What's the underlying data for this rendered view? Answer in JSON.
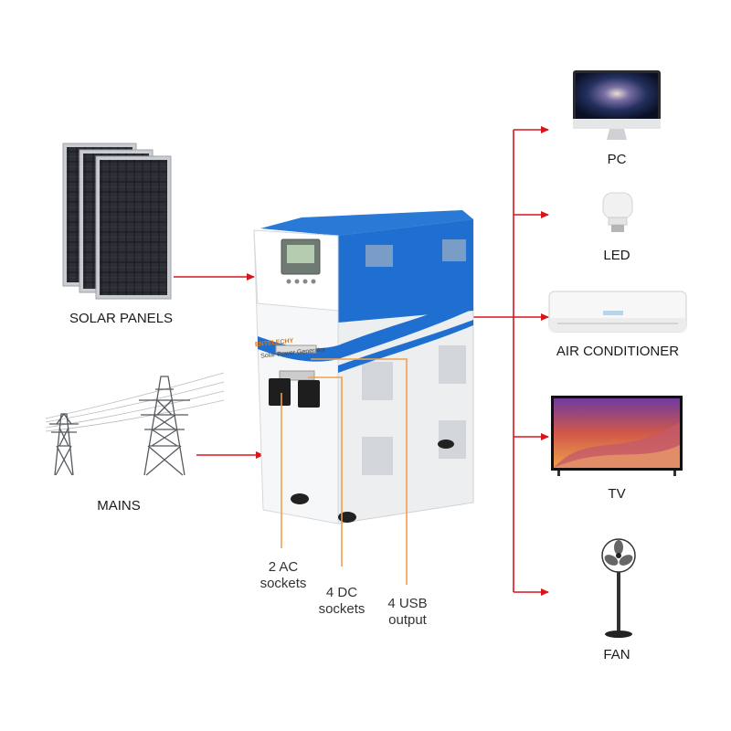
{
  "inputs": {
    "solar": {
      "label": "SOLAR PANELS"
    },
    "mains": {
      "label": "MAINS"
    }
  },
  "generator": {
    "brand": "ENTELECHY",
    "name": "Solar Power Generator"
  },
  "callouts": [
    {
      "line1": "2 AC",
      "line2": "sockets"
    },
    {
      "line1": "4 DC",
      "line2": "sockets"
    },
    {
      "line1": "4 USB",
      "line2": "output"
    }
  ],
  "outputs": [
    {
      "label": "PC",
      "icon": "pc-icon"
    },
    {
      "label": "LED",
      "icon": "led-bulb-icon"
    },
    {
      "label": "AIR CONDITIONER",
      "icon": "air-conditioner-icon"
    },
    {
      "label": "TV",
      "icon": "tv-icon"
    },
    {
      "label": "FAN",
      "icon": "fan-icon"
    }
  ],
  "colors": {
    "arrow": "#d9141c",
    "callout_line": "#f0a04b",
    "generator_blue": "#1f6fd1",
    "generator_body": "#f4f5f6"
  }
}
